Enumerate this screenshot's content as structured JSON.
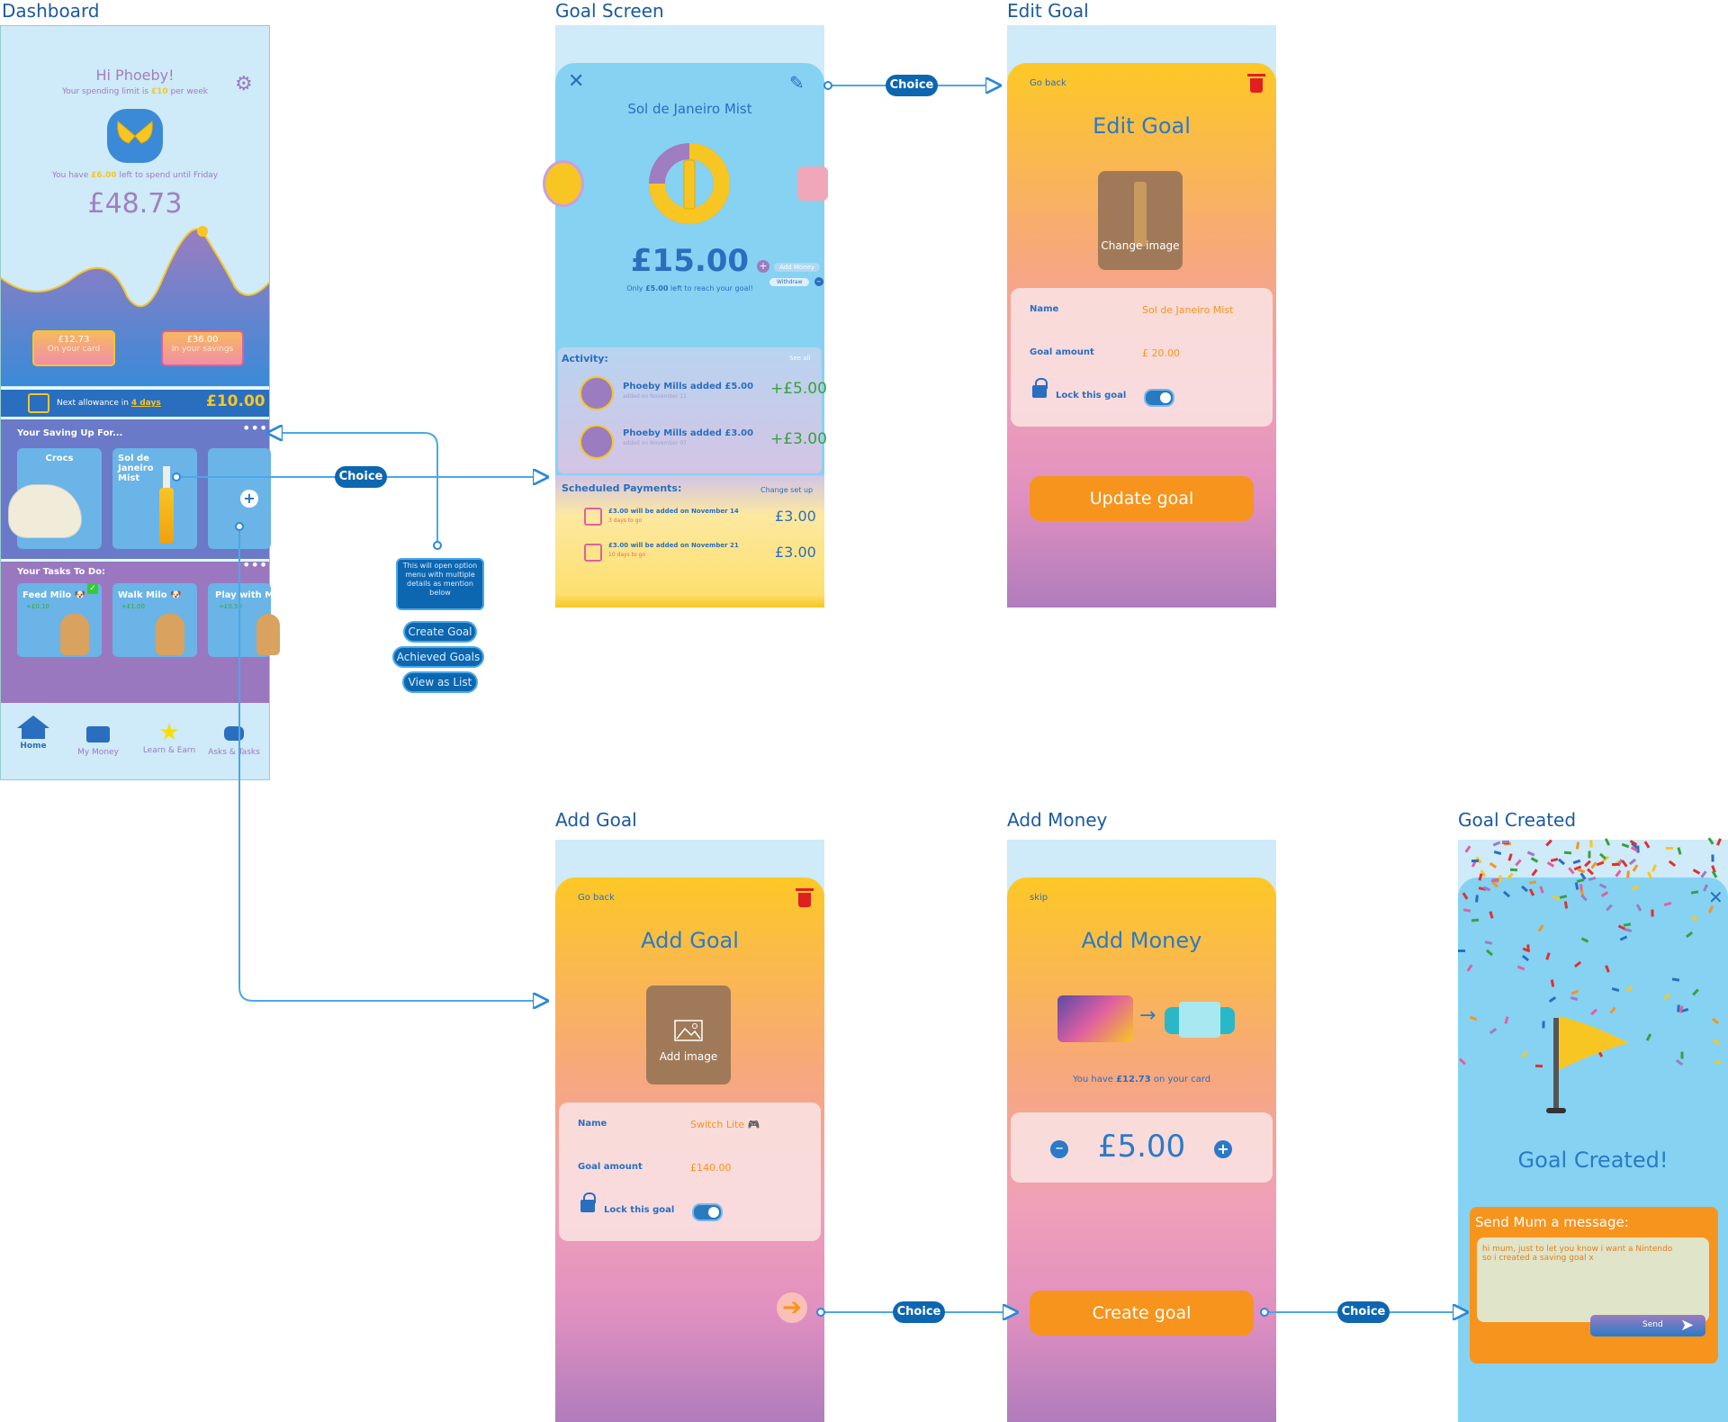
{
  "titles": {
    "dashboard": "Dashboard",
    "goal_screen": "Goal Screen",
    "edit_goal": "Edit Goal",
    "add_goal": "Add Goal",
    "add_money": "Add Money",
    "goal_created": "Goal Created"
  },
  "connectors": {
    "choice": "Choice",
    "note": "This will open option menu with multiple details as mention below",
    "options": [
      "Create Goal",
      "Achieved Goals",
      "View as List"
    ]
  },
  "dashboard": {
    "greeting": "Hi Phoeby!",
    "limit_pre": "Your spending limit is ",
    "limit_val": "£10",
    "limit_post": " per week",
    "left_pre": "You have ",
    "left_val": "£6.00",
    "left_post": " left to spend until Friday",
    "balance": "£48.73",
    "card_amount": "£12.73",
    "card_label": "On your card",
    "savings_amount": "£36.00",
    "savings_label": "In your savings",
    "allowance_pre": "Next allowance in ",
    "allowance_days": "4 days",
    "allowance_amount": "£10.00",
    "saving_title": "Your Saving Up For...",
    "goals": [
      "Crocs",
      "Sol de Janeiro Mist"
    ],
    "tasks_title": "Your Tasks To Do:",
    "tasks": [
      {
        "name": "Feed Milo 🐶",
        "reward": "+£0.10"
      },
      {
        "name": "Walk Milo 🐶",
        "reward": "+£1.00"
      },
      {
        "name": "Play with M",
        "reward": "+£0.50"
      }
    ],
    "nav": [
      "Home",
      "My Money",
      "Learn & Earn",
      "Asks & Tasks"
    ],
    "colors": {
      "accent": "#f7c623",
      "purple": "#9b7cc0",
      "blue": "#2a6ec0"
    }
  },
  "goal_screen": {
    "title": "Sol de Janeiro Mist",
    "amount": "£15.00",
    "add_money": "Add Money",
    "withdraw": "Withdraw",
    "remaining_pre": "Only ",
    "remaining_val": "£5.00",
    "remaining_post": " left to reach your goal!",
    "progress": 0.75,
    "activity_title": "Activity:",
    "see_all": "See all",
    "activity": [
      {
        "text": "Phoeby Mills added £5.00",
        "date": "added on November 11",
        "amount": "+£5.00"
      },
      {
        "text": "Phoeby Mills added £3.00",
        "date": "added on November 07",
        "amount": "+£3.00"
      }
    ],
    "scheduled_title": "Scheduled Payments:",
    "change_setup": "Change set up",
    "scheduled": [
      {
        "text": "£3.00 will be added on November 14",
        "sub": "3 days to go",
        "amount": "£3.00"
      },
      {
        "text": "£3.00 will be added on November 21",
        "sub": "10 days to go",
        "amount": "£3.00"
      }
    ]
  },
  "edit_goal": {
    "go_back": "Go back",
    "heading": "Edit Goal",
    "change_image": "Change image",
    "name_label": "Name",
    "name_value": "Sol de Janeiro Mist",
    "amount_label": "Goal amount",
    "amount_value": "£ 20.00",
    "lock_label": "Lock this goal",
    "button": "Update goal"
  },
  "add_goal": {
    "go_back": "Go back",
    "heading": "Add Goal",
    "add_image": "Add image",
    "name_label": "Name",
    "name_value": "Switch Lite 🎮",
    "amount_label": "Goal amount",
    "amount_value": "£140.00",
    "lock_label": "Lock this goal"
  },
  "add_money": {
    "skip": "skip",
    "heading": "Add Money",
    "card_pre": "You have ",
    "card_val": "£12.73",
    "card_post": " on your card",
    "amount": "£5.00",
    "button": "Create goal"
  },
  "goal_created": {
    "heading": "Goal Created!",
    "message_title": "Send Mum a message:",
    "message": "hi mum, just to let you know i want a Nintendo so i created a saving goal x",
    "send": "Send"
  }
}
